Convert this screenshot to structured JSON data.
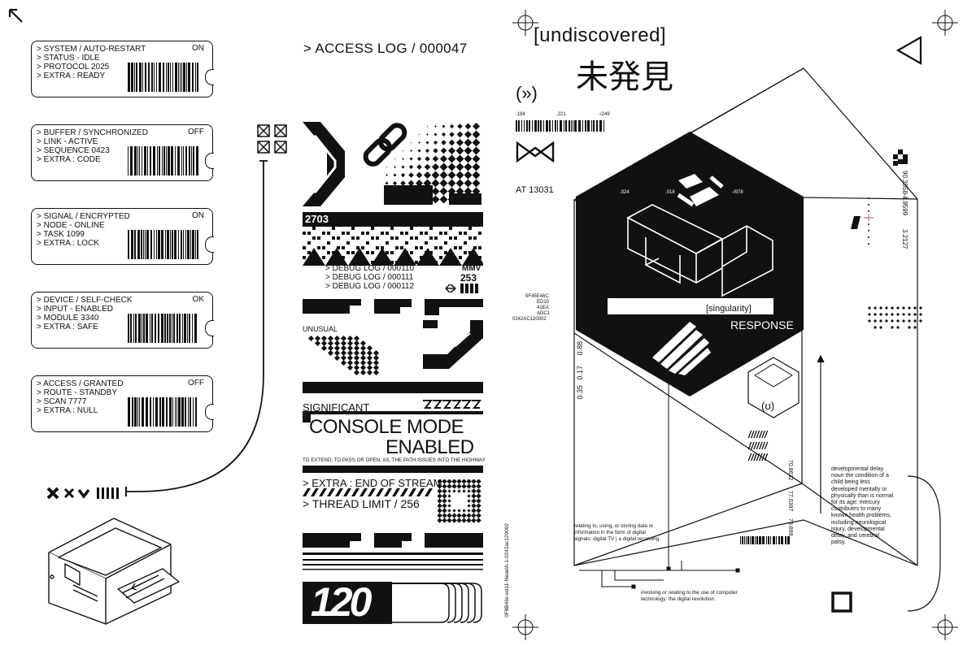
{
  "tags": [
    {
      "l1": "> SYSTEM  /  AUTO-RESTART",
      "status": "ON",
      "l2": "> STATUS - IDLE",
      "l3": "> PROTOCOL 2025",
      "l4": "> EXTRA : READY"
    },
    {
      "l1": "> BUFFER  /  SYNCHRONIZED",
      "status": "OFF",
      "l2": "> LINK - ACTIVE",
      "l3": "> SEQUENCE 0423",
      "l4": "> EXTRA : CODE"
    },
    {
      "l1": "> SIGNAL  /  ENCRYPTED",
      "status": "ON",
      "l2": "> NODE - ONLINE",
      "l3": "> TASK 1099",
      "l4": "> EXTRA : LOCK"
    },
    {
      "l1": "> DEVICE  /  SELF-CHECK",
      "status": "OK",
      "l2": "> INPUT - ENABLED",
      "l3": "> MODULE 3340",
      "l4": "> EXTRA : SAFE"
    },
    {
      "l1": "> ACCESS  /  GRANTED",
      "status": "OFF",
      "l2": "> ROUTE - STANDBY",
      "l3": "> SCAN 7777",
      "l4": "> EXTRA : NULL"
    }
  ],
  "middle": {
    "access_log": "> ACCESS LOG / 000047",
    "num_2703": "2703",
    "debug1": "> DEBUG LOG / 000110",
    "debug2": "> DEBUG LOG / 000111",
    "debug3": "> DEBUG LOG / 000112",
    "code_a": "MMV",
    "code_b": "253",
    "unusual": "UNUSUAL",
    "significant": "SIGNIFICANT",
    "console1": "CONSOLE MODE",
    "console2": "ENABLED",
    "definition": "TO EXTEND; TO PASS OR OPEN; AS, THE PATH ISSUES INTO THE HIGHWAY",
    "extra_stream": "> EXTRA : END OF STREAM",
    "thread_limit": "> THREAD LIMIT / 256",
    "big_num": "120",
    "vertical_code": "0F8B46c-ed11-f6eadA-1-0242ac120002"
  },
  "right": {
    "undiscovered": "[undiscovered]",
    "kanji": "未発見",
    "quote": "(»)",
    "n1": ".184",
    "n2": ".221.",
    "n3": "-/249",
    "at": "AT 13031",
    "hex_n1": ".024",
    "hex_n2": ".018",
    "hex_n3": "-/978",
    "singularity": "[singularity]",
    "response": "RESPONSE",
    "code_block": [
      "5F45E46C",
      "ED10",
      "41EA",
      "ADC1",
      "0242AC120002"
    ],
    "v_num1": "0.88",
    "v_num2": "0.17",
    "v_num3": "0.35",
    "side1": "90.3858",
    "side2": "-4.9599",
    "side3": "3.2127",
    "smallhex": "(ʊ)",
    "slashes": "///////",
    "vr1": "70.8632",
    "vr2": "77.0397",
    "vr3": "79.899",
    "digital_def": "relating to, using, or storing data or information in the form of digital signals: digital TV | a digital recording.",
    "computer_def": "involving or relating to the use of computer technology: the digital revolution.",
    "dev_def": "developmental delay noun   the condition of a child being less developed mentally or physically than is normal for its age: mercury contributes to many known health problems, including neurological injury, developmental delay, and cerebral palsy."
  }
}
